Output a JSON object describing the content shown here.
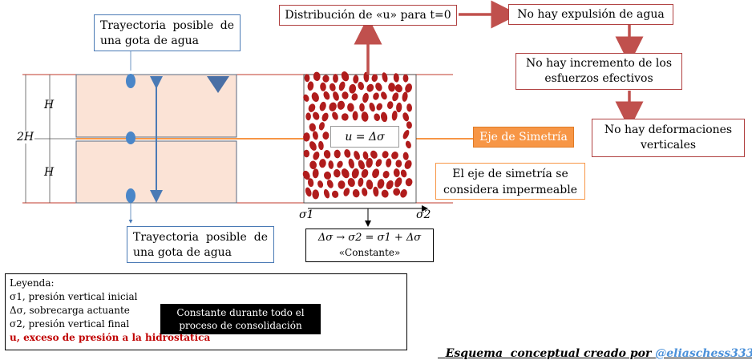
{
  "drop_top_label": "Trayectoria posible de una gota de agua",
  "drop_bottom_label": "Trayectoria posible de una gota de agua",
  "dim_H_top": "H",
  "dim_2H": "2H",
  "dim_H_bottom": "H",
  "u_label": "u = Δσ",
  "sigma1_label": "σ1",
  "sigma2_label": "σ2",
  "formula_line1": "Δσ → σ2 = σ1 + Δσ",
  "formula_line2": "«Constante»",
  "dist_label": "Distribución de «u» para t=0",
  "no_expulsion": "No hay expulsión de agua",
  "no_incremento": "No hay incremento de los esfuerzos efectivos",
  "no_deformaciones": "No hay deformaciones verticales",
  "eje_label": "Eje de Simetría",
  "eje_note": "El eje de simetría se considera impermeable",
  "legend": {
    "title": "Leyenda:",
    "items": [
      "σ1, presión vertical inicial",
      "Δσ, sobrecarga actuante",
      "σ2, presión vertical final",
      "u, exceso de presión a la hidrostática"
    ]
  },
  "constant_note": "Constante durante todo el proceso de consolidación",
  "credit_prefix": "Esquema  conceptual creado por ",
  "credit_handle": "@eliaschess333",
  "colors": {
    "soil": "#fbe3d6",
    "red_line": "#c0392b",
    "blue": "#4a7ab5",
    "orange": "#f79646",
    "blob": "#b01c1c"
  }
}
